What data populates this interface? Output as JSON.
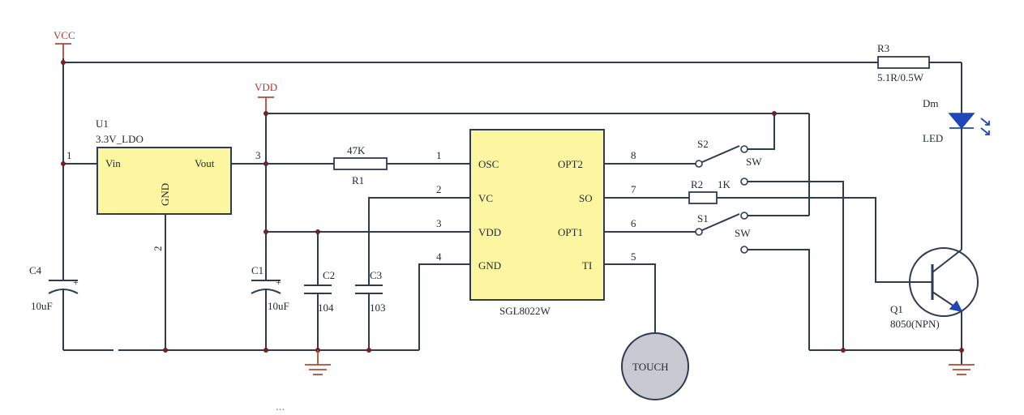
{
  "power": {
    "vcc": "VCC",
    "vdd": "VDD"
  },
  "u1": {
    "ref": "U1",
    "value": "3.3V_LDO",
    "pin_vin": "Vin",
    "pin_vout": "Vout",
    "pin_gnd": "GND",
    "pin1": "1",
    "pin2": "2",
    "pin3": "3"
  },
  "c4": {
    "ref": "C4",
    "value": "10uF",
    "polarity": "+"
  },
  "c1": {
    "ref": "C1",
    "value": "10uF",
    "polarity": "+"
  },
  "c2": {
    "ref": "C2",
    "value": "104"
  },
  "c3": {
    "ref": "C3",
    "value": "103"
  },
  "r1": {
    "ref": "R1",
    "value": "47K"
  },
  "r2": {
    "ref": "R2",
    "value": "1K"
  },
  "r3": {
    "ref": "R3",
    "value": "5.1R/0.5W"
  },
  "led": {
    "ref": "Dm",
    "value": "LED"
  },
  "q1": {
    "ref": "Q1",
    "value": "8050(NPN)"
  },
  "s1": {
    "ref": "S1",
    "value": "SW"
  },
  "s2": {
    "ref": "S2",
    "value": "SW"
  },
  "ic": {
    "name": "SGL8022W",
    "left_pins": [
      {
        "num": "1",
        "label": "OSC"
      },
      {
        "num": "2",
        "label": "VC"
      },
      {
        "num": "3",
        "label": "VDD"
      },
      {
        "num": "4",
        "label": "GND"
      }
    ],
    "right_pins": [
      {
        "num": "8",
        "label": "OPT2"
      },
      {
        "num": "7",
        "label": "SO"
      },
      {
        "num": "6",
        "label": "OPT1"
      },
      {
        "num": "5",
        "label": "TI"
      }
    ]
  },
  "touch": {
    "label": "TOUCH"
  },
  "caption": "..."
}
